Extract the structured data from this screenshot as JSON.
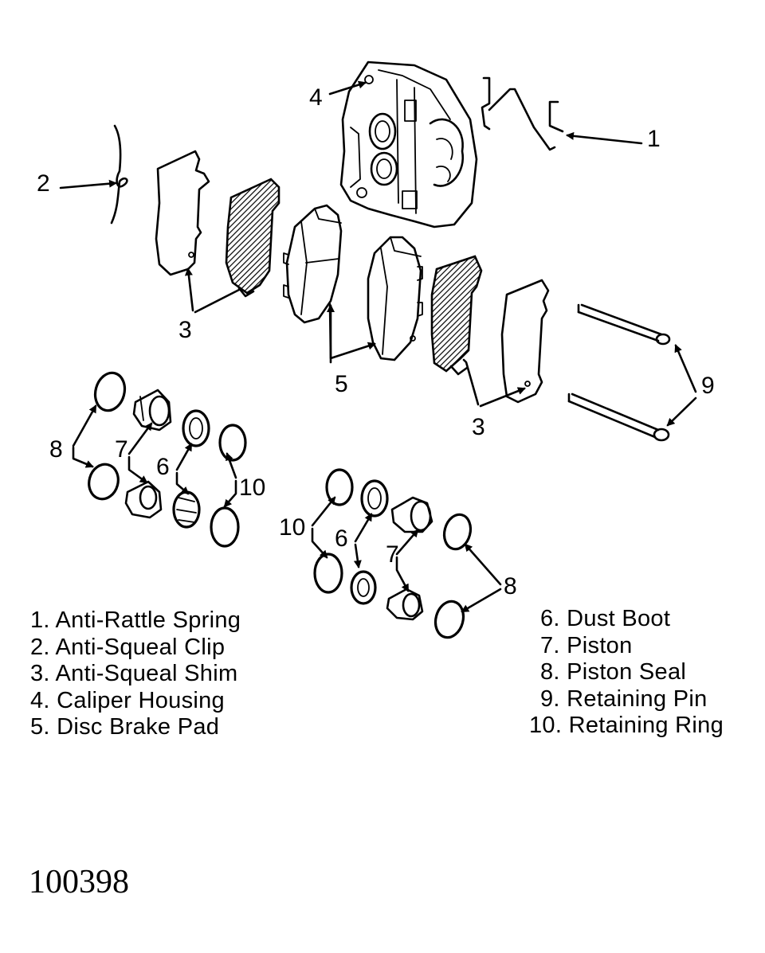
{
  "callouts": {
    "c1": "1",
    "c2": "2",
    "c3a": "3",
    "c3b": "3",
    "c4": "4",
    "c5": "5",
    "c6a": "6",
    "c6b": "6",
    "c7a": "7",
    "c7b": "7",
    "c8a": "8",
    "c8b": "8",
    "c9": "9",
    "c10a": "10",
    "c10b": "10"
  },
  "legend": {
    "left": [
      "1. Anti-Rattle Spring",
      "2. Anti-Squeal Clip",
      "3. Anti-Squeal Shim",
      "4. Caliper Housing",
      "5. Disc Brake Pad"
    ],
    "right": [
      "6. Dust Boot",
      "7. Piston",
      "8. Piston Seal",
      "9. Retaining Pin",
      "10. Retaining Ring"
    ]
  },
  "figure_number": "100398"
}
